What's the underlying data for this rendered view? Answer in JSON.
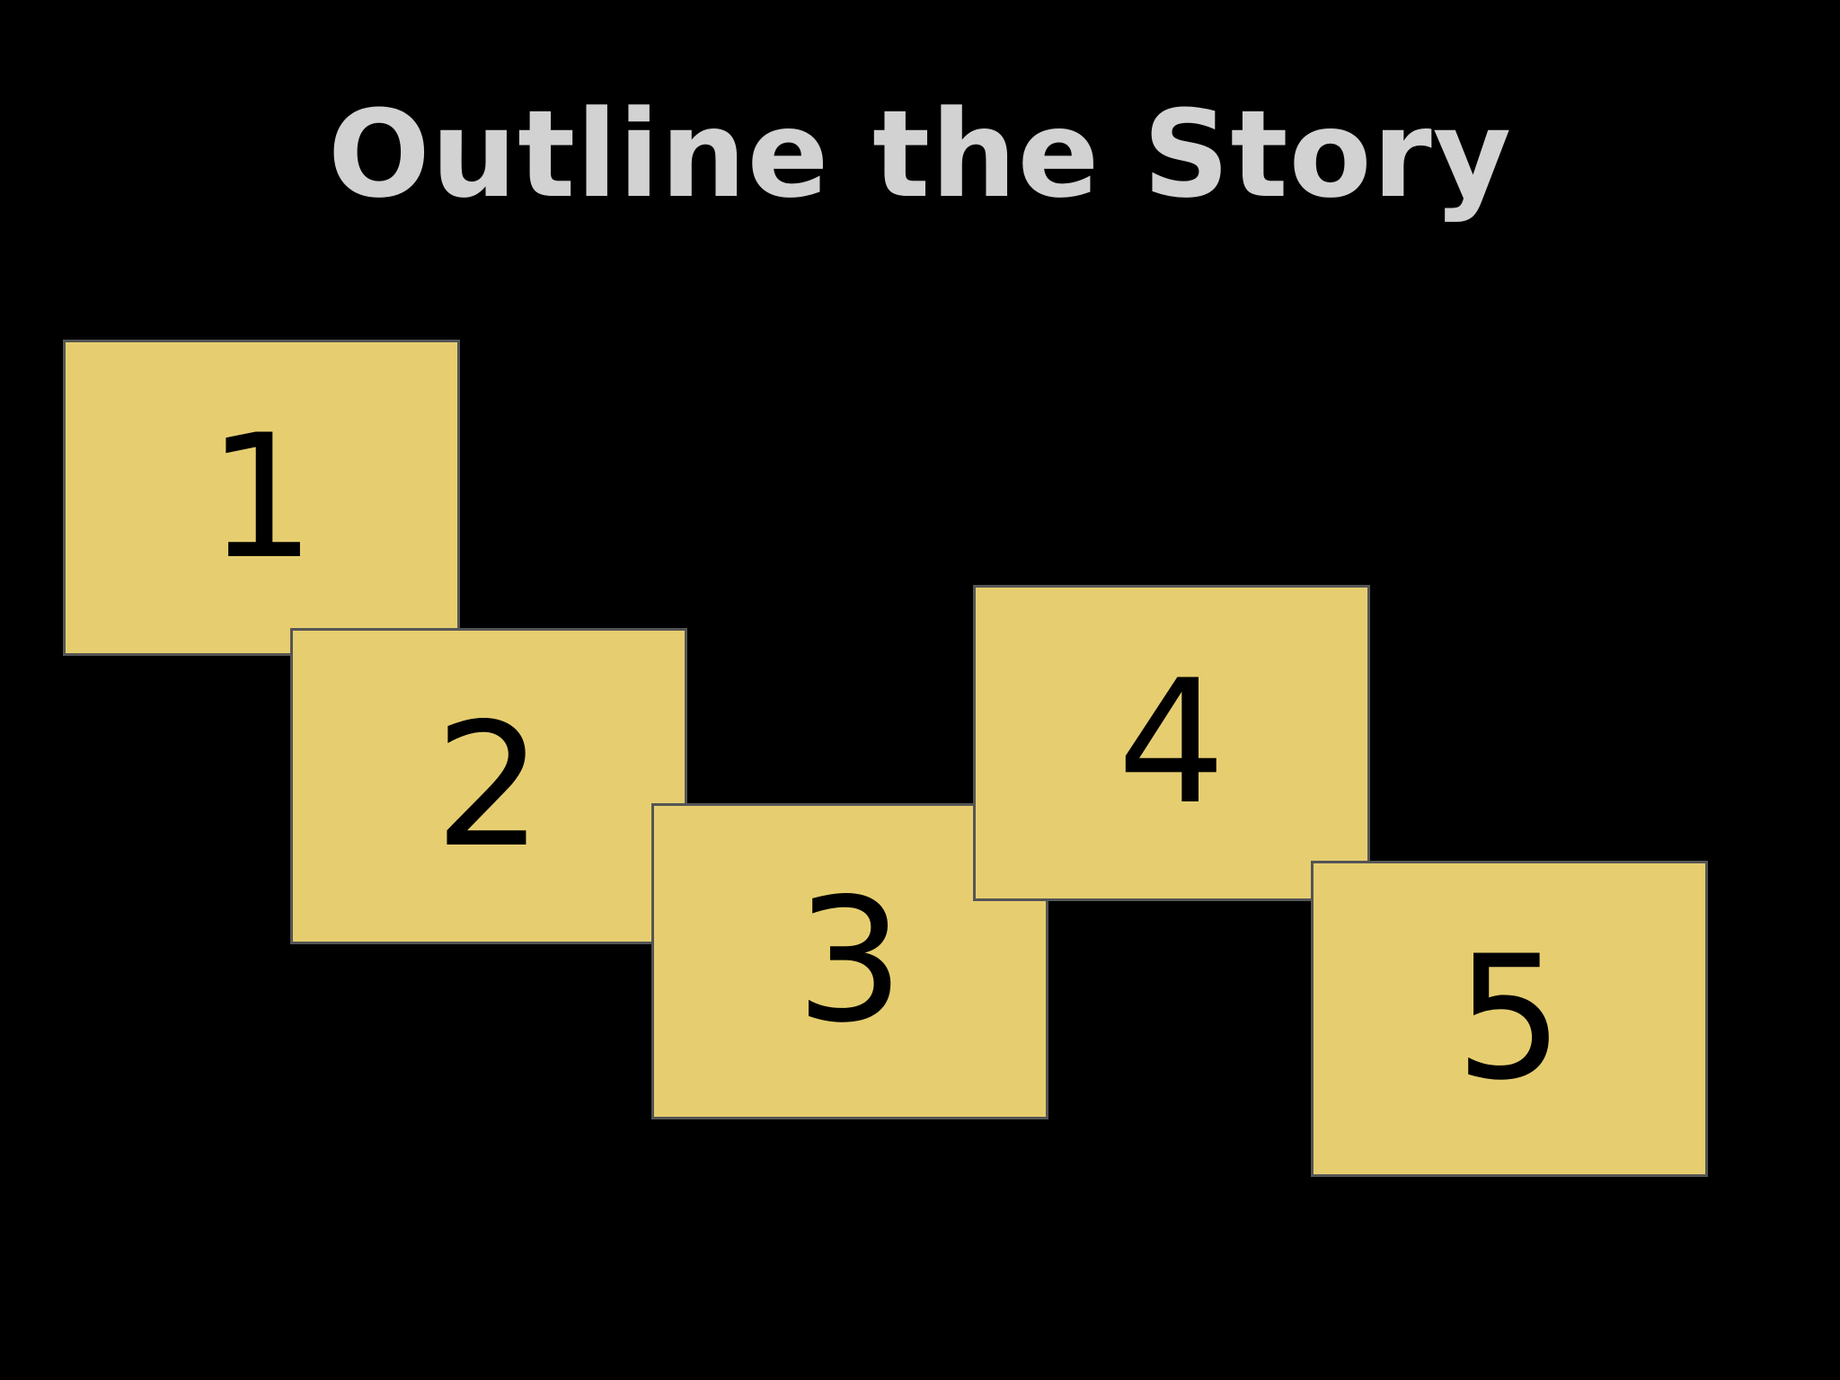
{
  "slide": {
    "title": "Outline the Story",
    "background_color": "#000000",
    "title_color": "#d2d2d2"
  },
  "cards": {
    "fill_color": "#e6ce70",
    "border_color": "#555555",
    "items": [
      {
        "label": "1"
      },
      {
        "label": "2"
      },
      {
        "label": "3"
      },
      {
        "label": "4"
      },
      {
        "label": "5"
      }
    ]
  }
}
